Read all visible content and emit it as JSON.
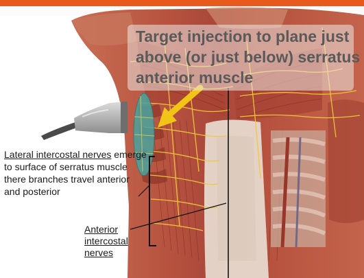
{
  "colors": {
    "top_band": "#e8591c",
    "muscle": "#b5513e",
    "muscle_dark": "#7d2a1f",
    "skin": "#d79a7f",
    "nerve": "#f0c93a",
    "fascia": "#e8ddd2",
    "probe": "#b8b8b8",
    "target_zone": "#4aa3a0",
    "arrow": "#f2c416",
    "label_line": "#111111"
  },
  "callout": {
    "text": "Target injection to plane just above (or just below) serratus anterior muscle"
  },
  "labels": {
    "lateral_underlined": "Lateral intercostal nerves",
    "lateral_rest": " emerge to surface of serratus muscle there branches travel anterior and posterior",
    "anterior": "Anterior intercostal nerves"
  },
  "icons": {
    "probe": "ultrasound-probe-icon",
    "arrow": "arrow-icon"
  }
}
